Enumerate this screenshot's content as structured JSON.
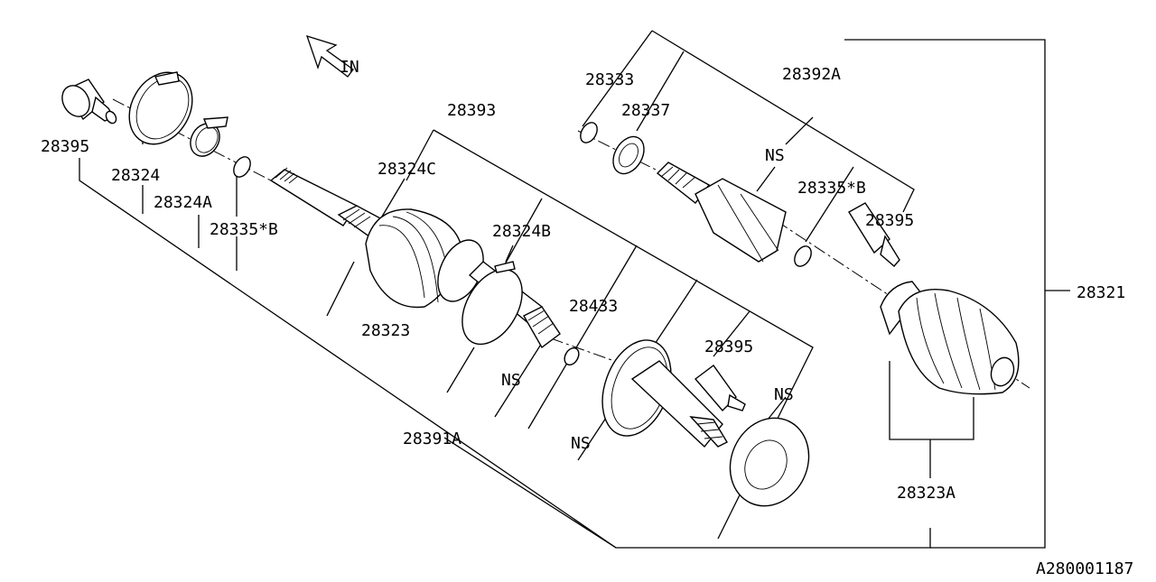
{
  "diagram": {
    "direction_label": "IN",
    "diagram_code": "A280001187",
    "labels": {
      "l28395a": "28395",
      "l28324": "28324",
      "l28324a": "28324A",
      "l28335b1": "28335*B",
      "l28393": "28393",
      "l28324c": "28324C",
      "l28324b": "28324B",
      "l28323": "28323",
      "l28433": "28433",
      "ns1": "NS",
      "l28391a": "28391A",
      "l28395b": "28395",
      "ns2": "NS",
      "ns3": "NS",
      "l28333": "28333",
      "l28337": "28337",
      "l28392a": "28392A",
      "ns4": "NS",
      "l28335b2": "28335*B",
      "l28395c": "28395",
      "l28321": "28321",
      "l28323a": "28323A"
    }
  }
}
